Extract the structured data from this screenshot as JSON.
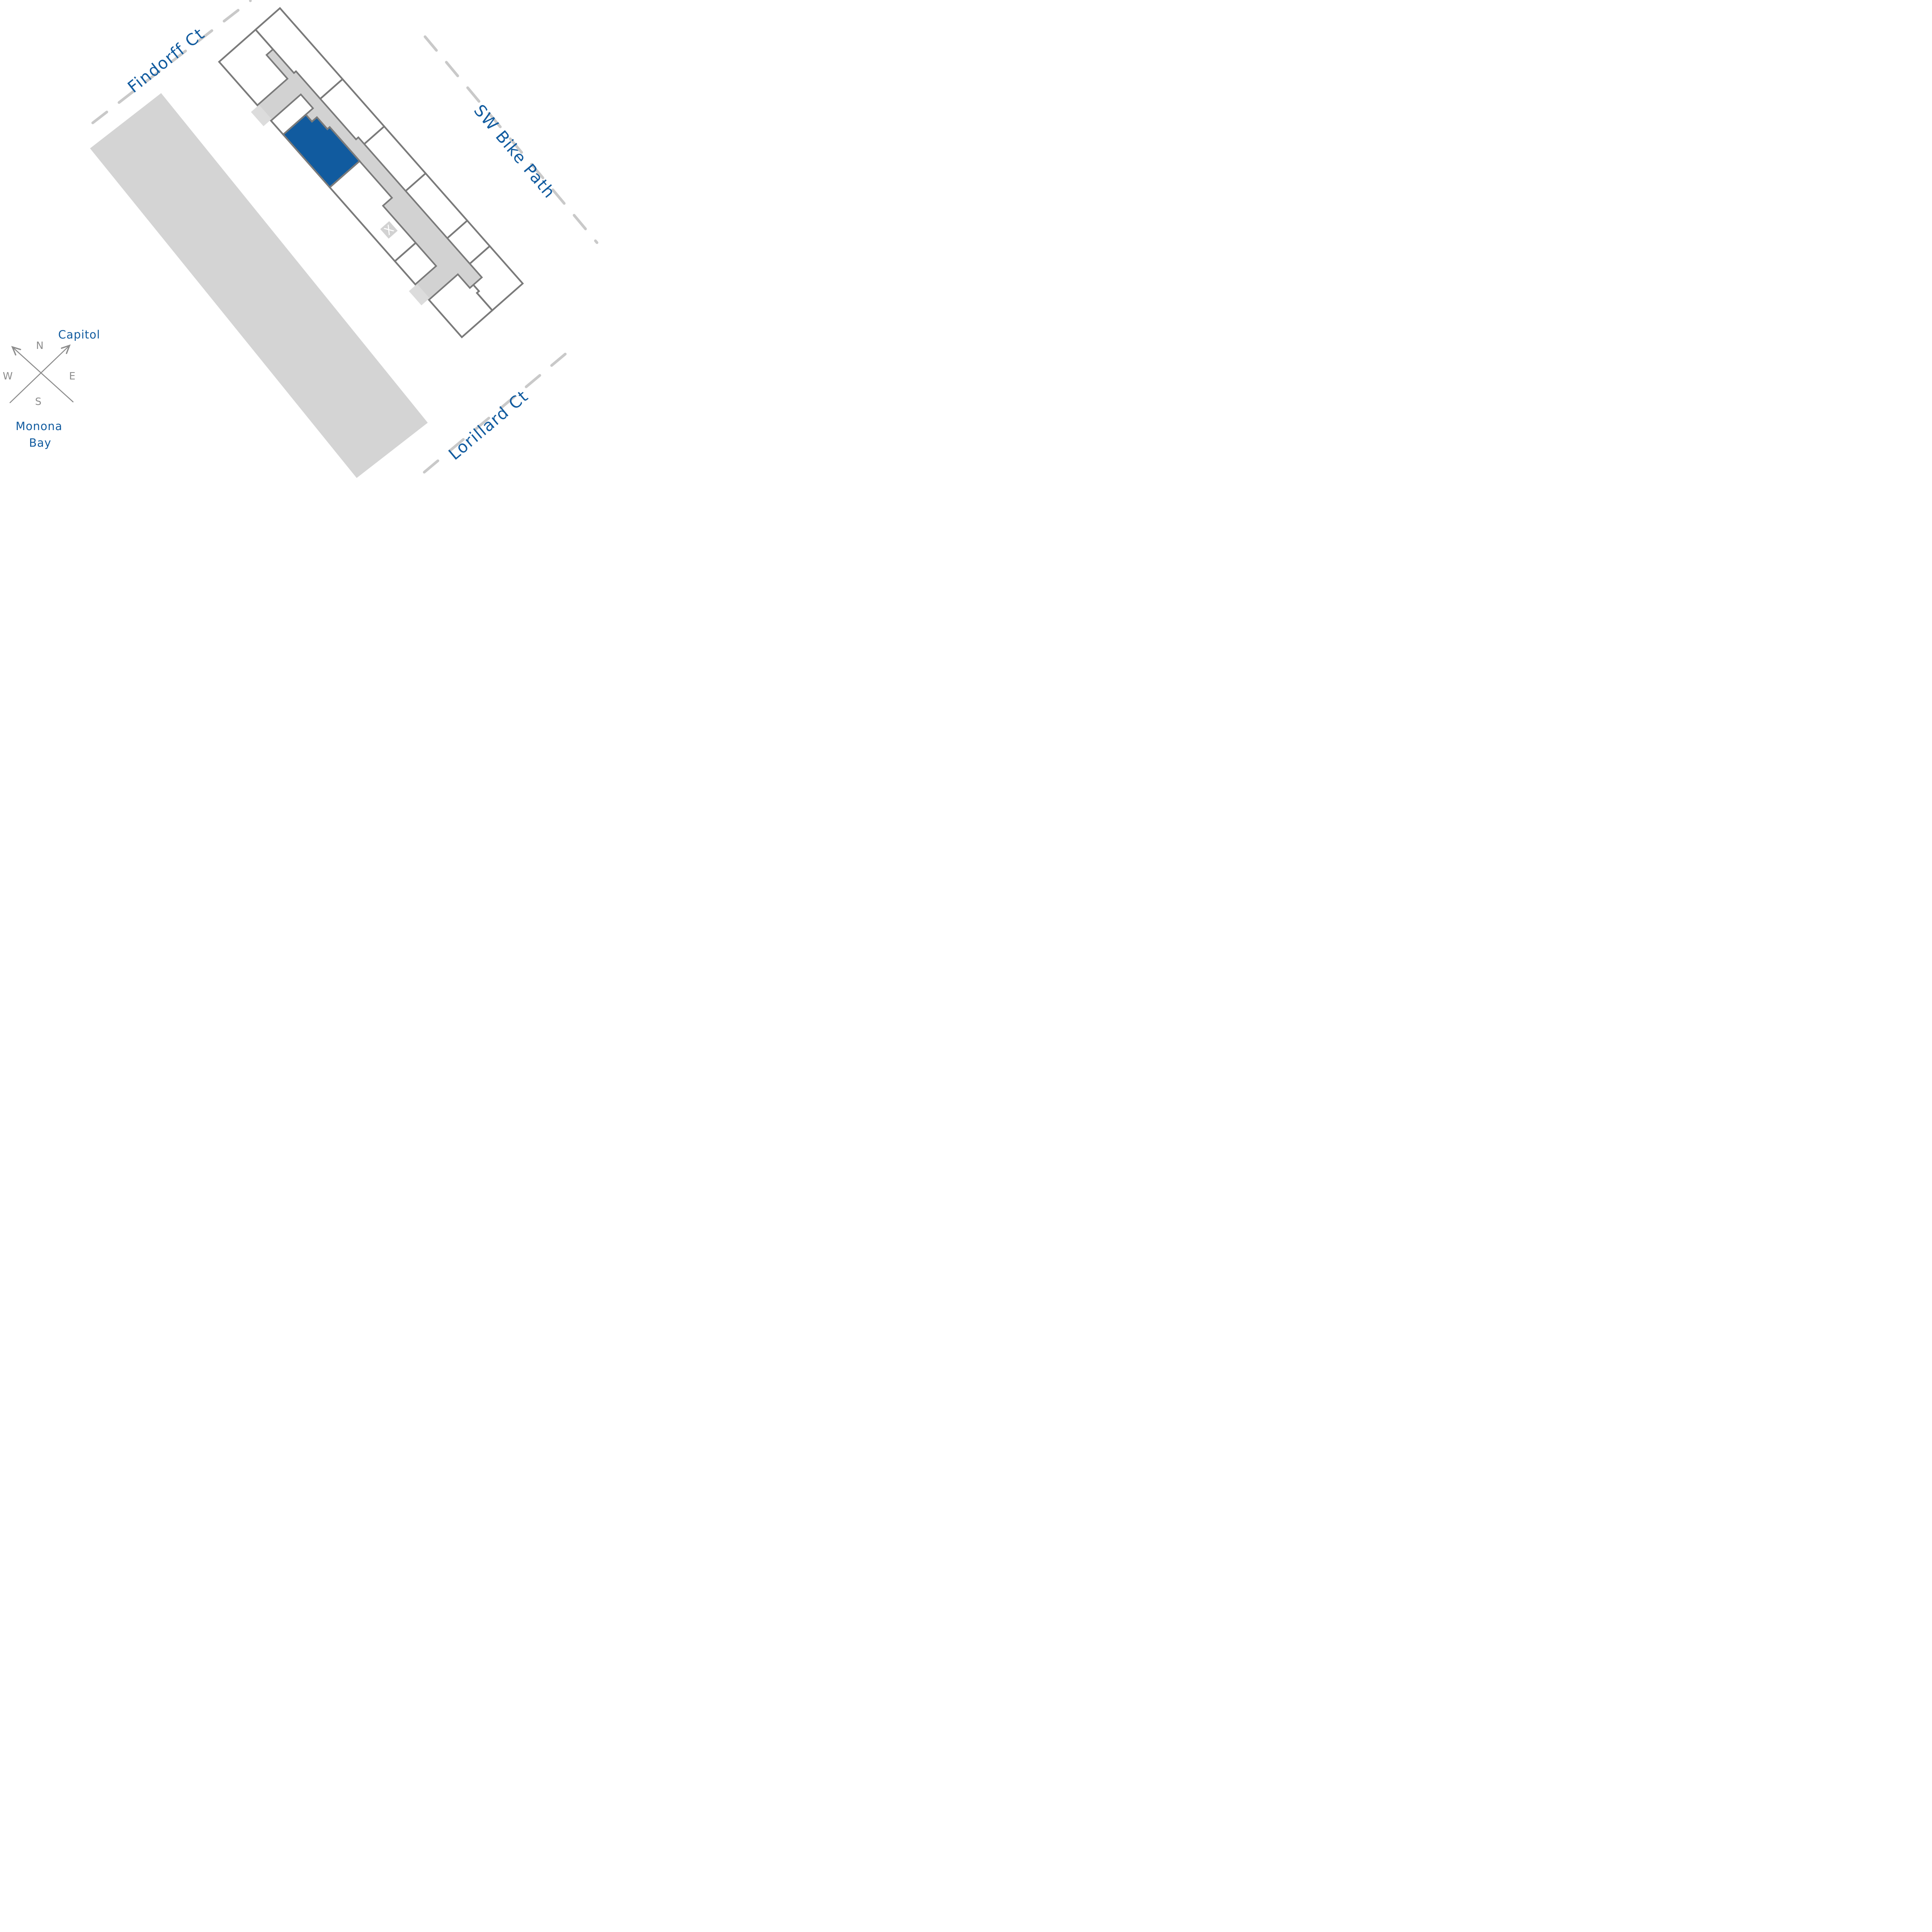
{
  "streets": {
    "findorff": "Findorff Ct",
    "bike_path": "SW Bike Path",
    "lorillard": "Lorillard Ct"
  },
  "landmarks": {
    "capitol": "Capitol",
    "monona_bay_line1": "Monona",
    "monona_bay_line2": "Bay"
  },
  "compass": {
    "north": "N",
    "south": "S",
    "east": "E",
    "west": "W"
  },
  "building": {
    "elevator_marker": "X"
  },
  "colors": {
    "accent_blue": "#115b9f",
    "site_parcel_gray": "#d4d4d4",
    "corridor_gray": "#d2d2d2",
    "exit_apron_gray": "#dcdcdc",
    "wall_gray": "#7a7a7a",
    "dash_gray": "#c9c9c9",
    "compass_gray": "#8c8c8c"
  }
}
